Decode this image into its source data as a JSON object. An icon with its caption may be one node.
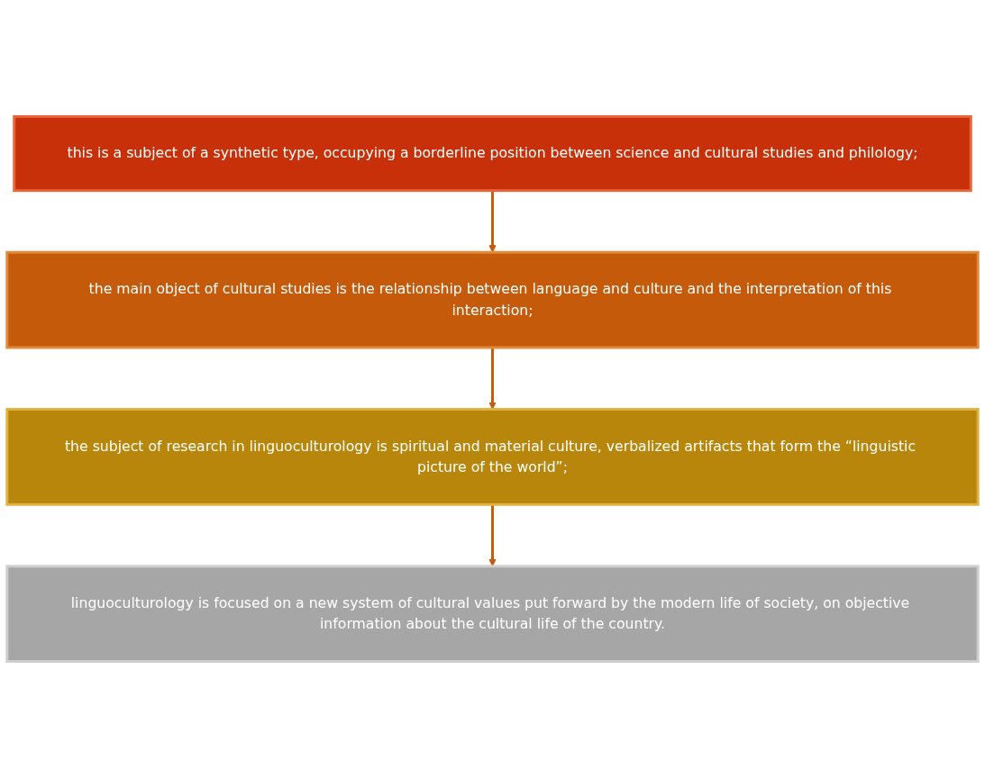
{
  "diagram": {
    "nodes": [
      {
        "text": [
          "this is a subject of a synthetic type, occupying a borderline position between science and cultural studies and philology;"
        ]
      },
      {
        "text": [
          "the main object of cultural studies is the relationship between language and culture and the interpretation of this interaction;"
        ]
      },
      {
        "text": [
          "the subject of research in linguoculturology is spiritual and material culture, verbalized artifacts that form the “linguistic picture of the world”;"
        ]
      },
      {
        "text": [
          "linguoculturology is focused on a new system of cultural values put forward by the modern life of society, on objective information about the cultural life of the country."
        ]
      }
    ],
    "edges": [
      {
        "from": 0,
        "to": 1,
        "arrow": "to"
      },
      {
        "from": 1,
        "to": 2,
        "arrow": "to"
      },
      {
        "from": 2,
        "to": 3,
        "arrow": "to"
      }
    ]
  }
}
